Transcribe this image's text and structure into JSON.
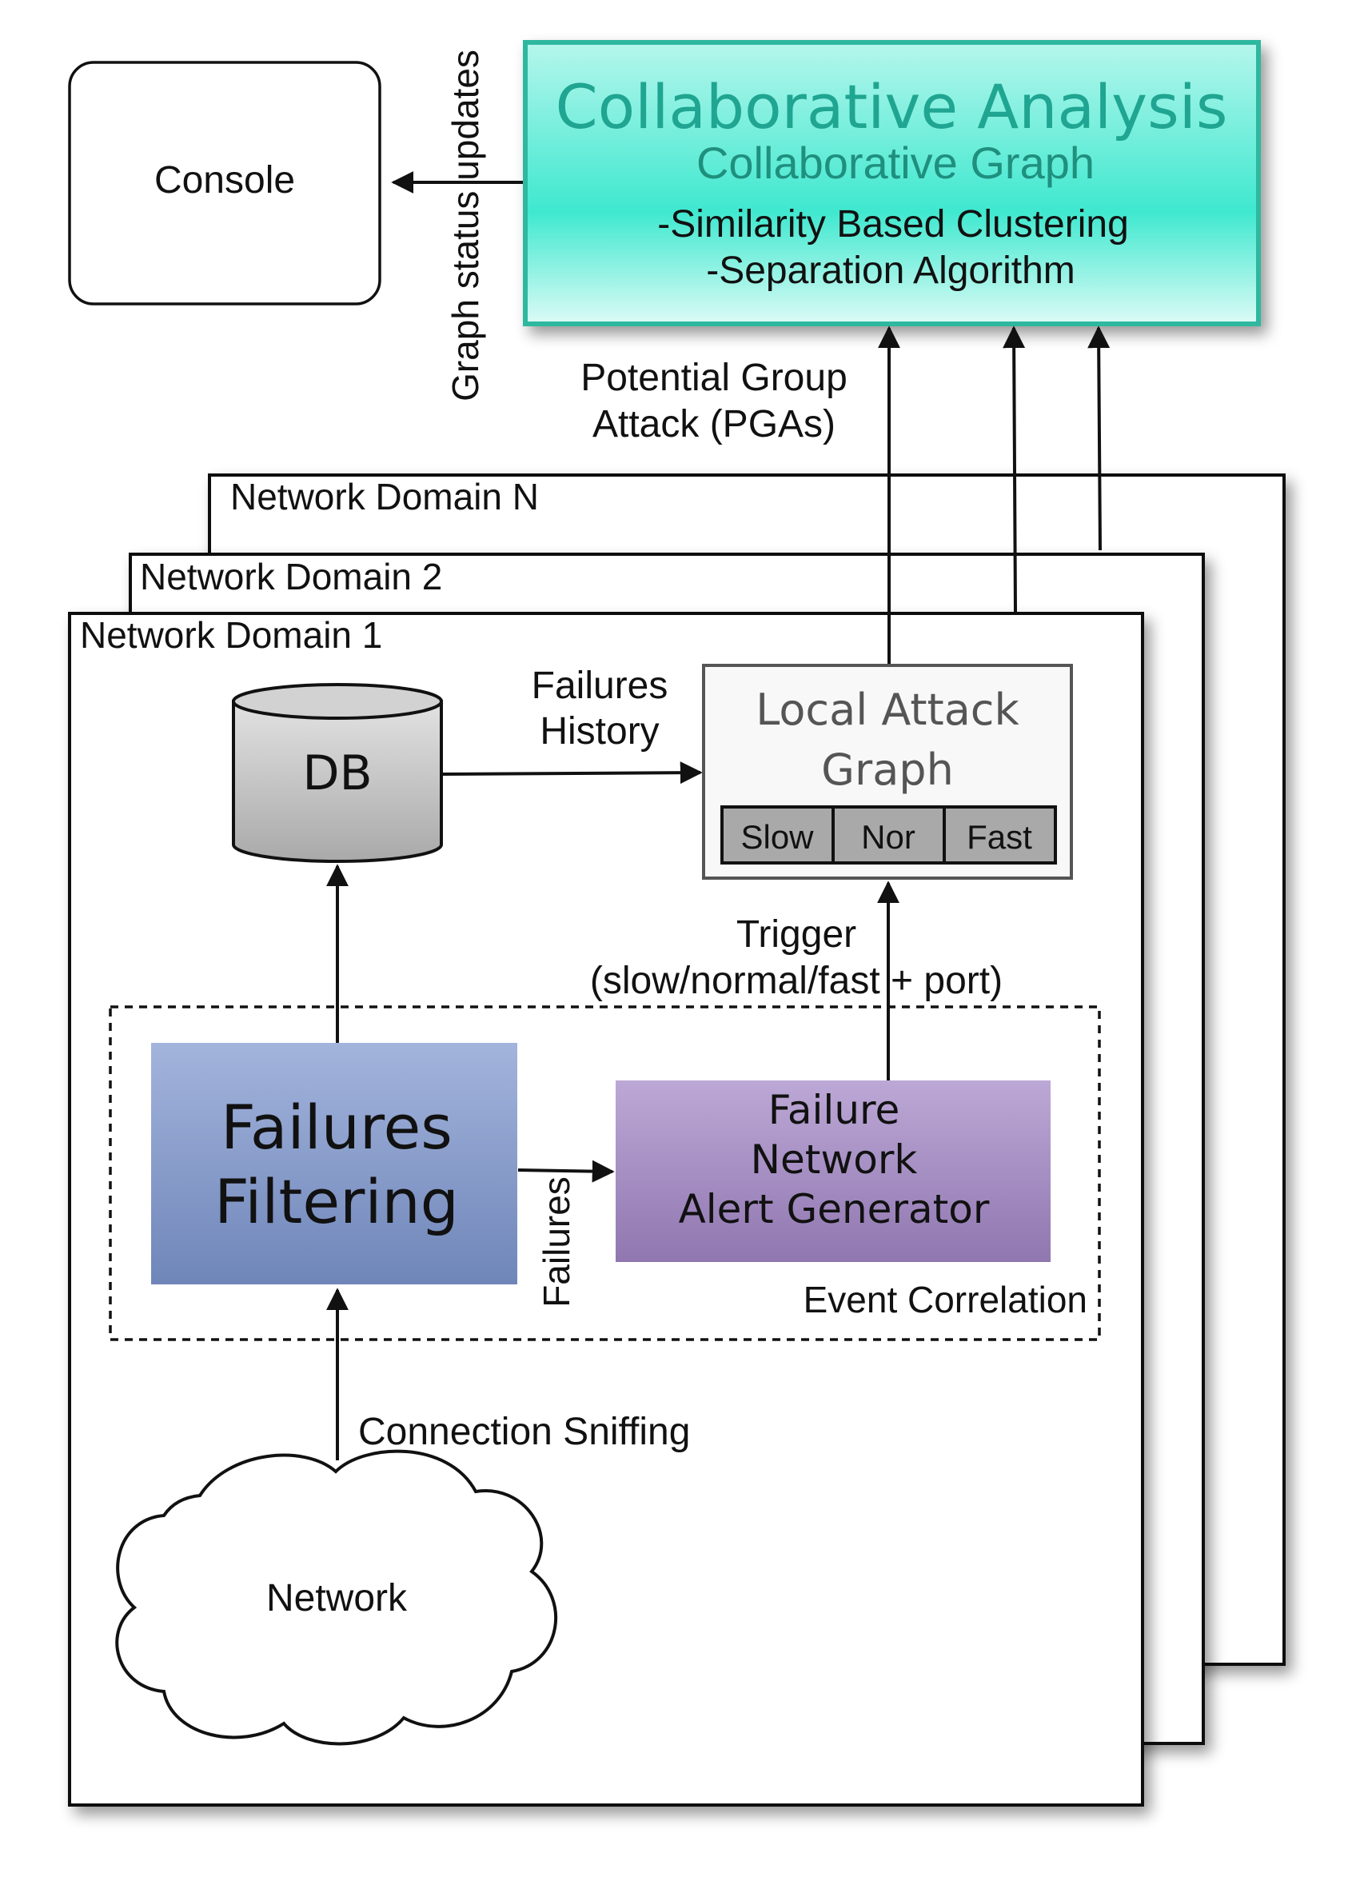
{
  "console": {
    "label": "Console"
  },
  "status_updates": {
    "label": "Graph status updates"
  },
  "collab": {
    "title": "Collaborative Analysis",
    "subtitle": "Collaborative Graph",
    "items": [
      "-Similarity Based Clustering",
      "-Separation Algorithm"
    ],
    "fill_color": "#3fe8cf",
    "border_color": "#2db89f"
  },
  "pga": {
    "line1": "Potential Group",
    "line2": "Attack (PGAs)"
  },
  "domains": {
    "n": "Network Domain N",
    "two": "Network Domain 2",
    "one": "Network Domain 1"
  },
  "db": {
    "label": "DB"
  },
  "failures_history": {
    "line1": "Failures",
    "line2": "History"
  },
  "local_graph": {
    "line1": "Local Attack",
    "line2": "Graph",
    "cells": [
      "Slow",
      "Nor",
      "Fast"
    ]
  },
  "trigger": {
    "line1": "Trigger",
    "line2": "(slow/normal/fast + port)"
  },
  "filtering": {
    "line1": "Failures",
    "line2": "Filtering",
    "color": "#8d9fcb"
  },
  "alert_gen": {
    "line1": "Failure",
    "line2": "Network",
    "line3": "Alert Generator",
    "color": "#a68fc0"
  },
  "failures_label": {
    "label": "Failures"
  },
  "event_correlation": {
    "label": "Event Correlation"
  },
  "connection_sniffing": {
    "label": "Connection Sniffing"
  },
  "network": {
    "label": "Network"
  }
}
